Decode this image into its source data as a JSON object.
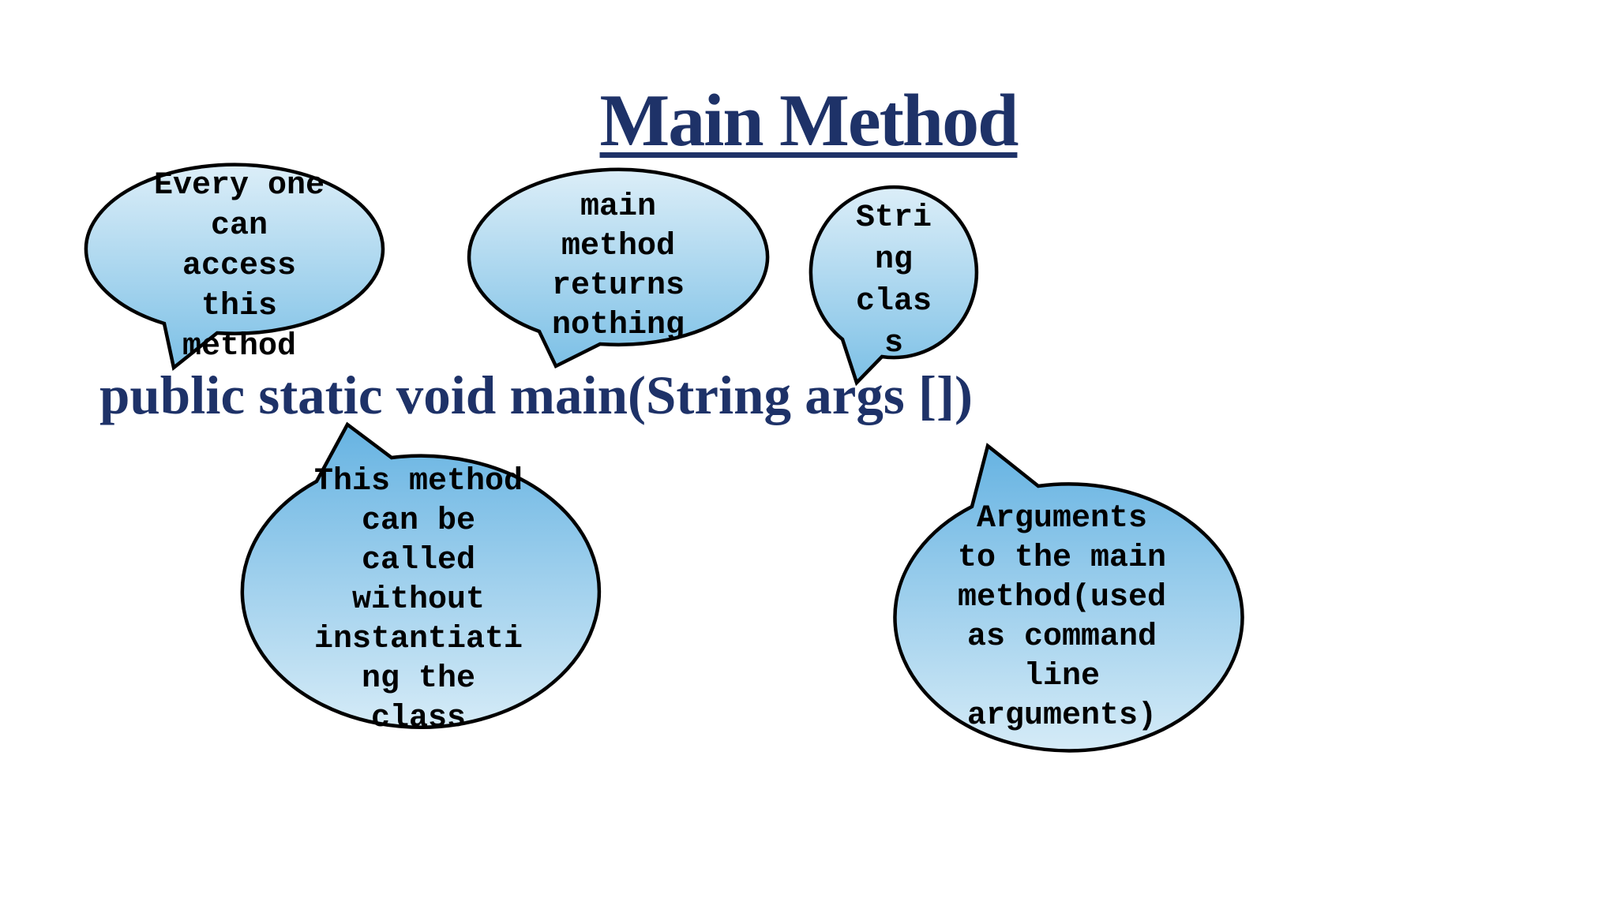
{
  "slide": {
    "title": "Main Method",
    "code_line": "public static void main(String args [])"
  },
  "bubbles": [
    {
      "name": "everyone-can-access",
      "text": "Every one\ncan\naccess\nthis\nmethod"
    },
    {
      "name": "returns-nothing",
      "text": "main\nmethod\nreturns\nnothing"
    },
    {
      "name": "string-class",
      "text": "Stri\nng\nclas\ns"
    },
    {
      "name": "static-no-instantiation",
      "text": "This method\ncan be\ncalled\nwithout\ninstantiati\nng the\nclass"
    },
    {
      "name": "command-line-arguments",
      "text": "Arguments\nto the main\nmethod(used\nas command\nline\narguments)"
    }
  ],
  "colors": {
    "heading_navy": "#1e3268",
    "bubble_light": "#dceef8",
    "bubble_medium": "#7cc0e6",
    "bubble_dark": "#66b3e2",
    "bubble_light_bottom": "#d5ebf7",
    "outline_black": "#000000",
    "bubble_text_black": "#000000",
    "background_white": "#ffffff"
  }
}
